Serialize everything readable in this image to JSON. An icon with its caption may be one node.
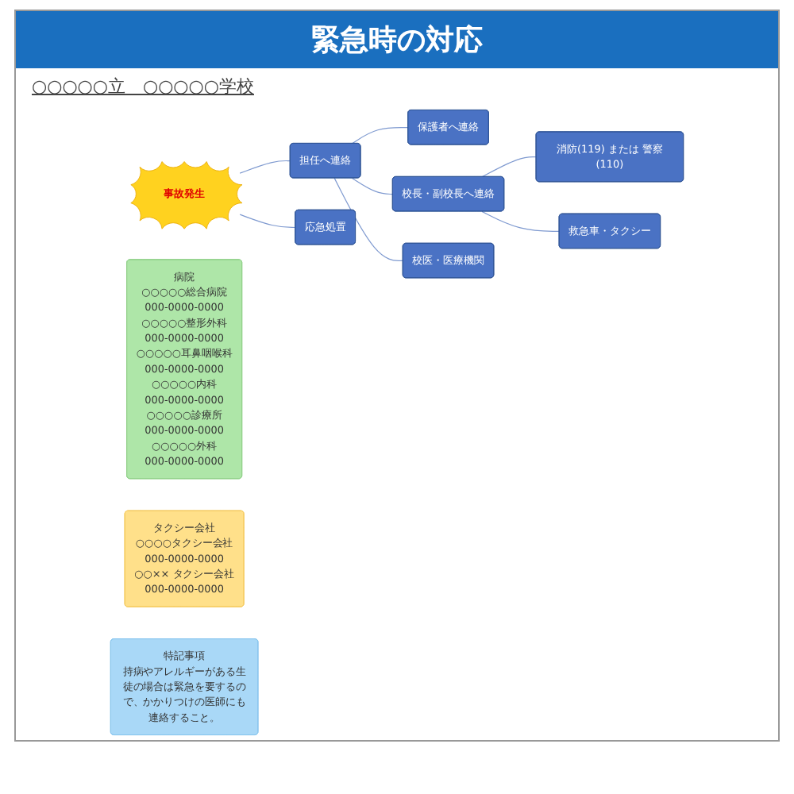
{
  "diagram": {
    "title": "緊急時の対応",
    "nodes": [
      {
        "text": [
          "事故発生"
        ]
      },
      {
        "text": [
          "担任へ連絡"
        ]
      },
      {
        "text": [
          "応急処置"
        ]
      },
      {
        "text": [
          "保護者へ連絡"
        ]
      },
      {
        "text": [
          "校長・副校長へ連絡"
        ]
      },
      {
        "text": [
          "校医・医療機関"
        ]
      },
      {
        "text": [
          "消防(119) または 警察(110)"
        ]
      },
      {
        "text": [
          "救急車・タクシー"
        ]
      },
      {
        "text": [
          "病院",
          "○○○○○総合病院",
          "000-0000-0000",
          "○○○○○整形外科",
          "000-0000-0000",
          "○○○○○耳鼻咽喉科",
          "000-0000-0000",
          "○○○○○内科",
          "000-0000-0000",
          "○○○○○診療所",
          "000-0000-0000",
          "○○○○○外科",
          "000-0000-0000"
        ]
      },
      {
        "text": [
          "タクシー会社",
          "○○○○タクシー会社",
          "000-0000-0000",
          "○○×× タクシー会社",
          "000-0000-0000"
        ]
      },
      {
        "text": [
          "特記事項",
          "持病やアレルギーがある生徒の場合は緊急を要するので、かかりつけの医師にも連絡すること。"
        ]
      }
    ],
    "edges": [
      {
        "from": 0,
        "to": 1,
        "arrow": "none"
      },
      {
        "from": 0,
        "to": 2,
        "arrow": "none"
      },
      {
        "from": 1,
        "to": 3,
        "arrow": "none"
      },
      {
        "from": 1,
        "to": 4,
        "arrow": "none"
      },
      {
        "from": 1,
        "to": 5,
        "arrow": "none"
      },
      {
        "from": 4,
        "to": 6,
        "arrow": "none"
      },
      {
        "from": 4,
        "to": 7,
        "arrow": "none"
      }
    ],
    "labels": [
      "○○○○○立　○○○○○学校"
    ]
  }
}
